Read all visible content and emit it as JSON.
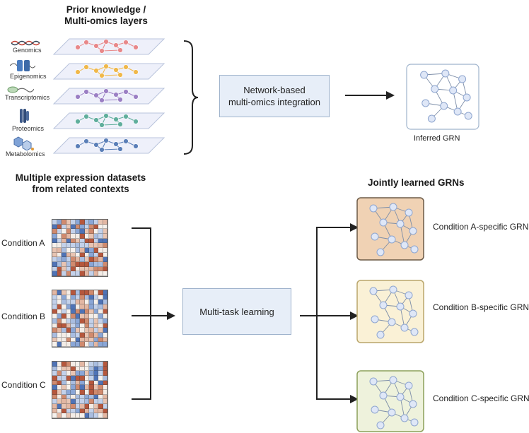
{
  "top": {
    "title_line1": "Prior knowledge /",
    "title_line2": "Multi-omics layers",
    "layers": [
      {
        "label": "Genomics",
        "color": "#e8888a",
        "fill": "#eef0fa"
      },
      {
        "label": "Epigenomics",
        "color": "#f0b84a",
        "fill": "#eef0fa"
      },
      {
        "label": "Transcriptomics",
        "color": "#9b7fc4",
        "fill": "#eef0fa"
      },
      {
        "label": "Proteomics",
        "color": "#5fae9c",
        "fill": "#eef0fa"
      },
      {
        "label": "Metabolomics",
        "color": "#5b7fb8",
        "fill": "#eef0fa"
      }
    ],
    "integration_label_line1": "Network-based",
    "integration_label_line2": "multi-omics integration",
    "output_label": "Inferred GRN"
  },
  "bottom": {
    "title_line1": "Multiple expression datasets",
    "title_line2": "from related contexts",
    "conditions": [
      "Condition A",
      "Condition B",
      "Condition C"
    ],
    "mtl_label": "Multi-task learning",
    "right_title": "Jointly learned GRNs",
    "outputs": [
      {
        "label": "Condition A-specific GRN",
        "fill": "#f0d2b4",
        "stroke": "#6b5a47"
      },
      {
        "label": "Condition B-specific GRN",
        "fill": "#faf1d6",
        "stroke": "#b9a56a"
      },
      {
        "label": "Condition C-specific GRN",
        "fill": "#eef2dc",
        "stroke": "#8ca05a"
      }
    ]
  },
  "colors": {
    "node": "#dfe7f7",
    "node_stroke": "#8fa6cf",
    "arrow": "#222222"
  }
}
